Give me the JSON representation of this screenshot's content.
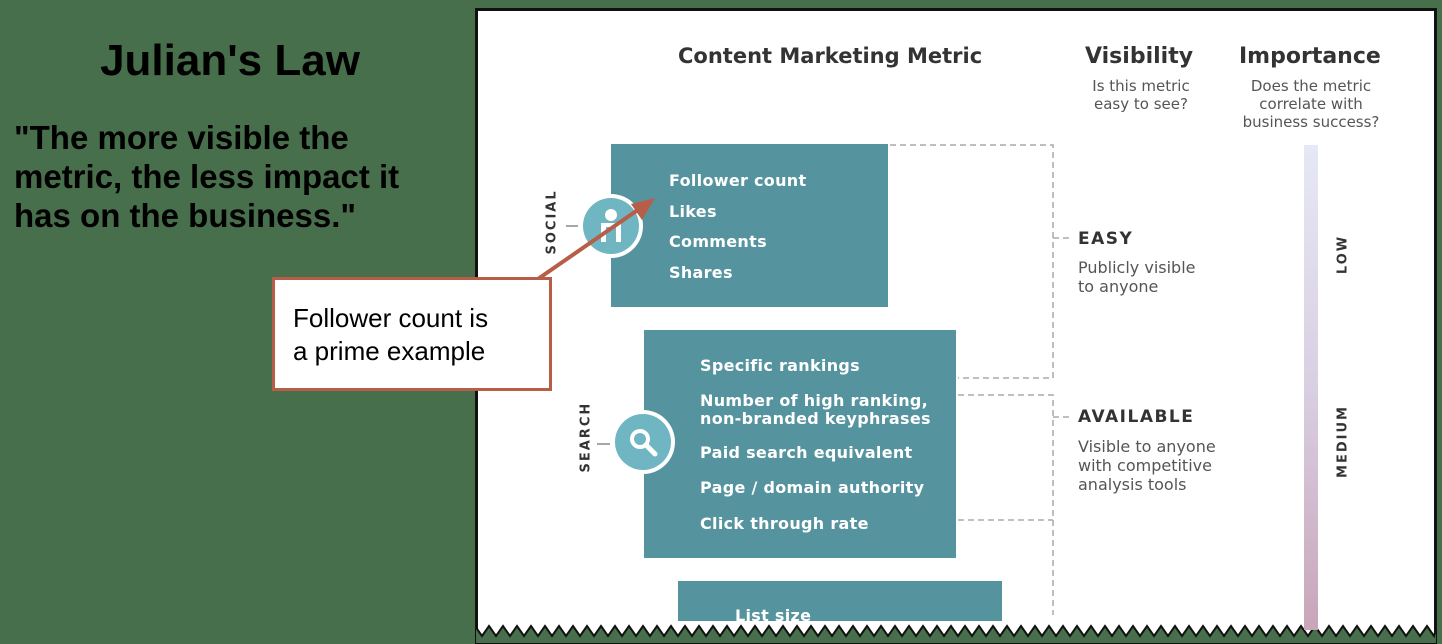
{
  "left": {
    "title": "Julian's Law",
    "quote": "\"The more visible the metric, the less impact it has on the business.\""
  },
  "header": {
    "metric": "Content Marketing Metric",
    "visibility": "Visibility",
    "visibility_sub": [
      "Is this metric",
      "easy to see?"
    ],
    "importance": "Importance",
    "importance_sub": [
      "Does the metric",
      "correlate with",
      "business success?"
    ]
  },
  "categories": [
    {
      "label": "SOCIAL",
      "icon": "person-icon",
      "items": [
        "Follower count",
        "Likes",
        "Comments",
        "Shares"
      ]
    },
    {
      "label": "SEARCH",
      "icon": "magnifier-icon",
      "items": [
        "Specific rankings",
        "Number of high ranking,",
        "non-branded keyphrases",
        "Paid search equivalent",
        "Page / domain authority",
        "Click through rate"
      ]
    },
    {
      "label": "",
      "icon": "",
      "items": [
        "List size"
      ]
    }
  ],
  "visibility_levels": [
    {
      "level": "EASY",
      "desc": [
        "Publicly visible",
        "to anyone"
      ]
    },
    {
      "level": "AVAILABLE",
      "desc": [
        "Visible to anyone",
        "with competitive",
        "analysis tools"
      ]
    }
  ],
  "importance_levels": [
    "LOW",
    "MEDIUM"
  ],
  "callout": [
    "Follower count is",
    "a prime example"
  ],
  "colors": {
    "background": "#486f4c",
    "box": "#55949f",
    "icon": "#6fb6c2",
    "callout_border": "#b75e48"
  }
}
